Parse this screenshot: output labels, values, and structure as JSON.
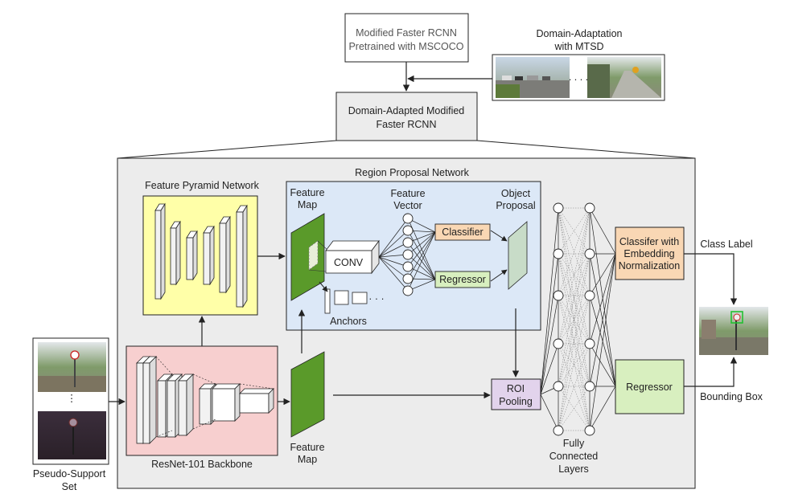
{
  "top": {
    "pretrained_line1": "Modified Faster RCNN",
    "pretrained_line2": "Pretrained with MSCOCO",
    "domain_adapt_line1": "Domain-Adaptation",
    "domain_adapt_line2": "with MTSD",
    "ellipsis": ". . . .",
    "adapted_line1": "Domain-Adapted Modified",
    "adapted_line2": "Faster RCNN"
  },
  "fpn": {
    "title": "Feature Pyramid Network"
  },
  "rpn": {
    "title": "Region Proposal Network",
    "feature_map_line1": "Feature",
    "feature_map_line2": "Map",
    "feature_vector_line1": "Feature",
    "feature_vector_line2": "Vector",
    "object_proposal_line1": "Object",
    "object_proposal_line2": "Proposal",
    "conv": "CONV",
    "classifier": "Classifier",
    "regressor": "Regressor",
    "anchors": "Anchors",
    "anchor_dots": "· · ·"
  },
  "backbone": {
    "title": "ResNet-101 Backbone"
  },
  "lower_feature_map": {
    "line1": "Feature",
    "line2": "Map"
  },
  "roi": {
    "line1": "ROI",
    "line2": "Pooling"
  },
  "fc": {
    "line1": "Fully",
    "line2": "Connected",
    "line3": "Layers"
  },
  "heads": {
    "classifier_line1": "Classifer with",
    "classifier_line2": "Embedding",
    "classifier_line3": "Normalization",
    "regressor": "Regressor"
  },
  "outputs": {
    "class_label": "Class Label",
    "bounding_box": "Bounding Box"
  },
  "support": {
    "line1": "Pseudo-Support",
    "line2": "Set",
    "dots": "⋮"
  },
  "colors": {
    "fpn_fill": "#ffffa8",
    "backbone_fill": "#f7cfcf",
    "rpn_fill": "#dce8f7",
    "outer_fill": "#ececec",
    "green_map": "#5a9a2a",
    "classifier_fill": "#f9d7b4",
    "regressor_fill": "#d8efbf",
    "roi_fill": "#e2d3ec",
    "proposal_fill": "#c8dcc8"
  }
}
